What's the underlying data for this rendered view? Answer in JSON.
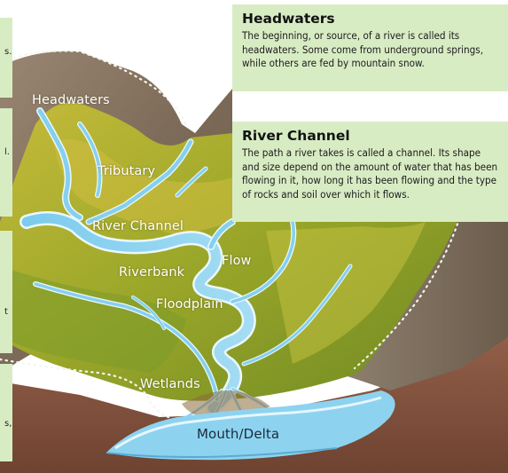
{
  "colors": {
    "card_bg": "#d8ecc4",
    "water": "#8fd2ef",
    "water_edge": "#e8f7fd",
    "mountain": "#8a7763",
    "valley_green": "#9fae2e",
    "soil": "#8d5a42"
  },
  "labels": {
    "headwaters": "Headwaters",
    "tributary": "Tributary",
    "river_channel": "River Channel",
    "riverbank": "Riverbank",
    "flow": "Flow",
    "floodplain": "Floodplain",
    "wetlands": "Wetlands",
    "mouth_delta": "Mouth/Delta"
  },
  "callouts": {
    "headwaters": {
      "title": "Headwaters",
      "text": "The beginning, or source, of a river is called its headwaters. Some come from underground springs, while others are fed by mountain snow."
    },
    "river_channel": {
      "title": "River Channel",
      "text": "The path a river takes is called a channel. Its shape and size depend on the amount of water that has been flowing in it, how long it has been flowing and the type of rocks and soil over which it flows."
    }
  },
  "cropped_edge_text": [
    "s.",
    "l.",
    "t",
    "s,"
  ]
}
